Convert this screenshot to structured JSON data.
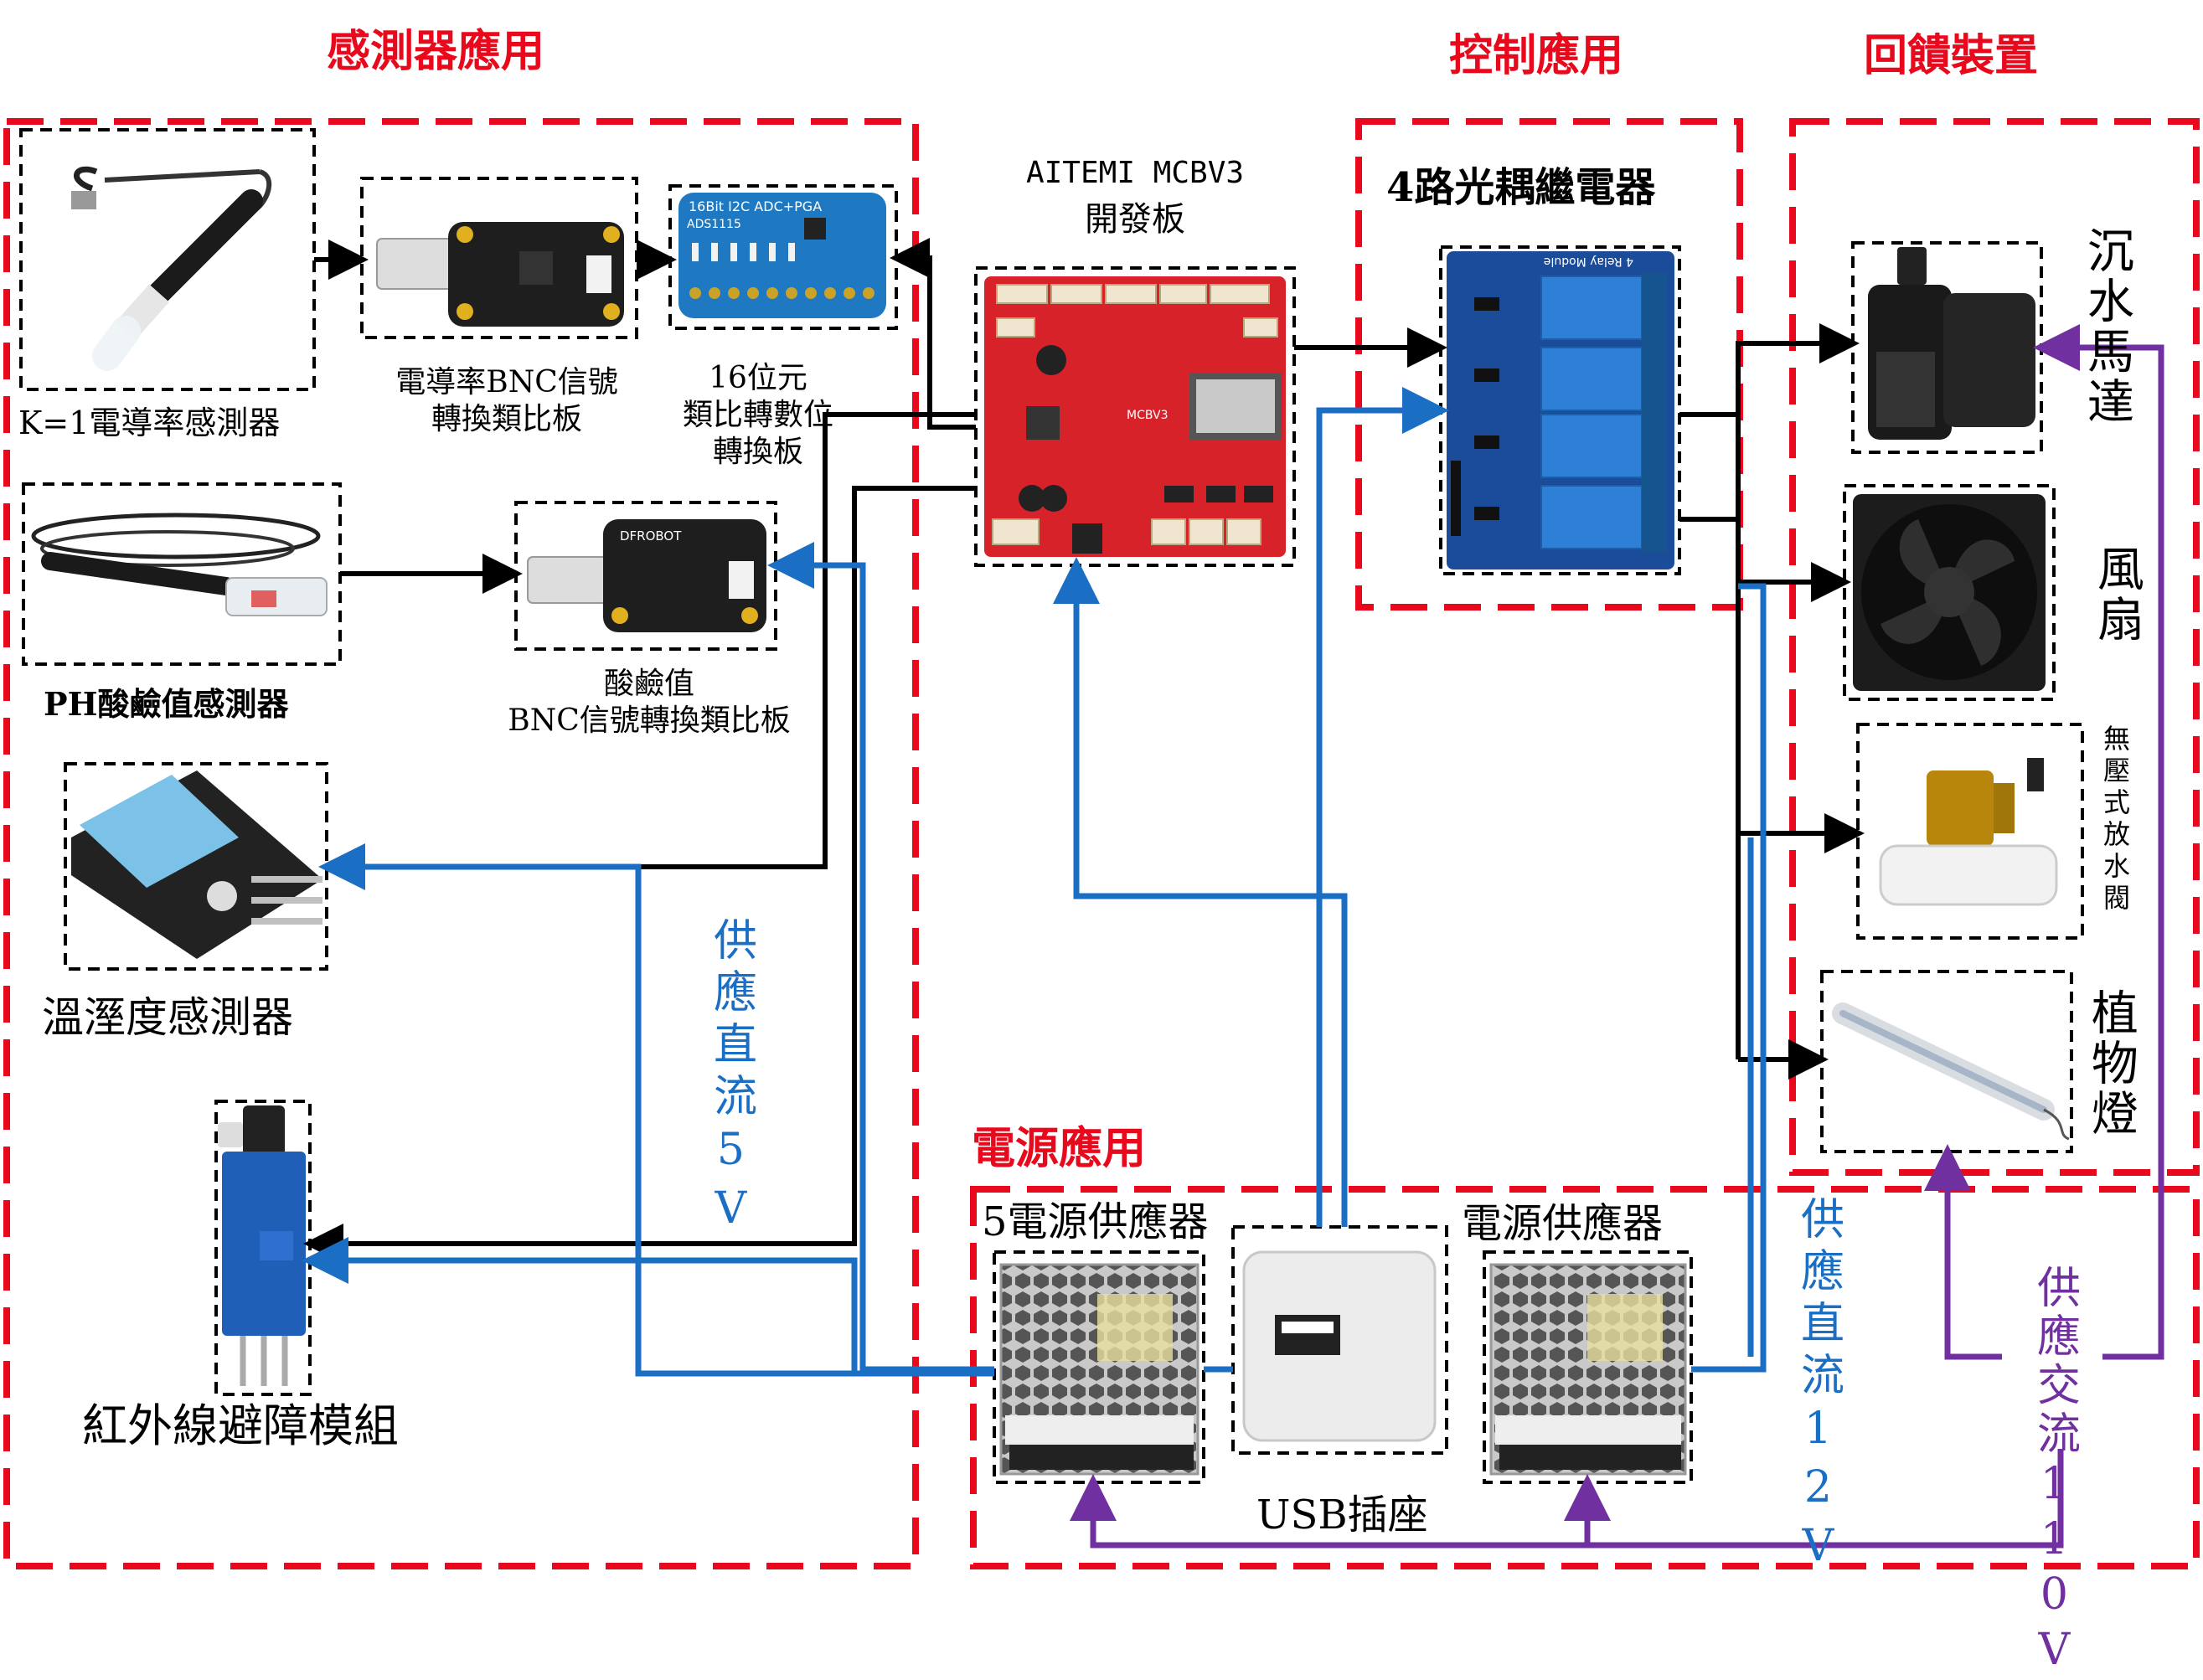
{
  "sections": {
    "sensor": "感測器應用",
    "control": "控制應用",
    "feedback": "回饋裝置",
    "power": "電源應用"
  },
  "board": {
    "name": "AITEMI MCBV3",
    "sub": "開發板",
    "chip_text": "MCBV3"
  },
  "relay": {
    "title": "4路光耦繼電器",
    "silk": "4 Relay Module"
  },
  "sensors": {
    "ec_probe": "K=1電導率感測器",
    "ec_board": "電導率BNC信號\n轉換類比板",
    "adc": "16位元\n類比轉數位\n轉換板",
    "adc_silk": "16Bit I2C ADC+PGA",
    "adc_chip": "ADS1115",
    "ph_probe": "PH酸鹼值感測器",
    "ph_board": "酸鹼值\nBNC信號轉換類比板",
    "dht": "溫溼度感測器",
    "ir": "紅外線避障模組",
    "dfrobot": "DFROBOT"
  },
  "feedback": {
    "pump": "沉水馬達",
    "fan": "風扇",
    "valve": "無壓式放水閥",
    "light": "植物燈"
  },
  "power": {
    "psu5": "5電源供應器",
    "usb": "USB插座",
    "psu12": "電源供應器",
    "dc5": "供應直流5V",
    "dc12": "供應直流12V",
    "ac110": "供應交流110V"
  },
  "colors": {
    "red_dash": "#e8091c",
    "blue": "#1a6fc4",
    "purple": "#7030a0",
    "black": "#000000",
    "pcb_red": "#d8222a",
    "pcb_blue": "#1b4c9a",
    "pcb_black": "#222222"
  }
}
